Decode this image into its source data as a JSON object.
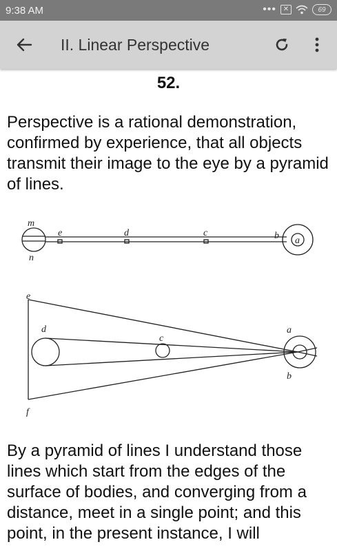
{
  "status_bar": {
    "time": "9:38 AM",
    "battery": "69"
  },
  "app_bar": {
    "title": "II. Linear Perspective"
  },
  "content": {
    "section_number": "52.",
    "paragraph_1": "Perspective is a rational demonstration, confirmed by experience, that all objects transmit their image to the eye by a pyramid of lines.",
    "paragraph_2": "By a pyramid of lines I understand those lines which start from the edges of the surface of bodies, and converging from a distance, meet in a single point; and this point, in the present instance, I will"
  },
  "figure_labels": {
    "top": [
      "m",
      "n",
      "e",
      "d",
      "c",
      "b",
      "a"
    ],
    "bottom": [
      "e",
      "d",
      "c",
      "a",
      "b",
      "f"
    ]
  }
}
